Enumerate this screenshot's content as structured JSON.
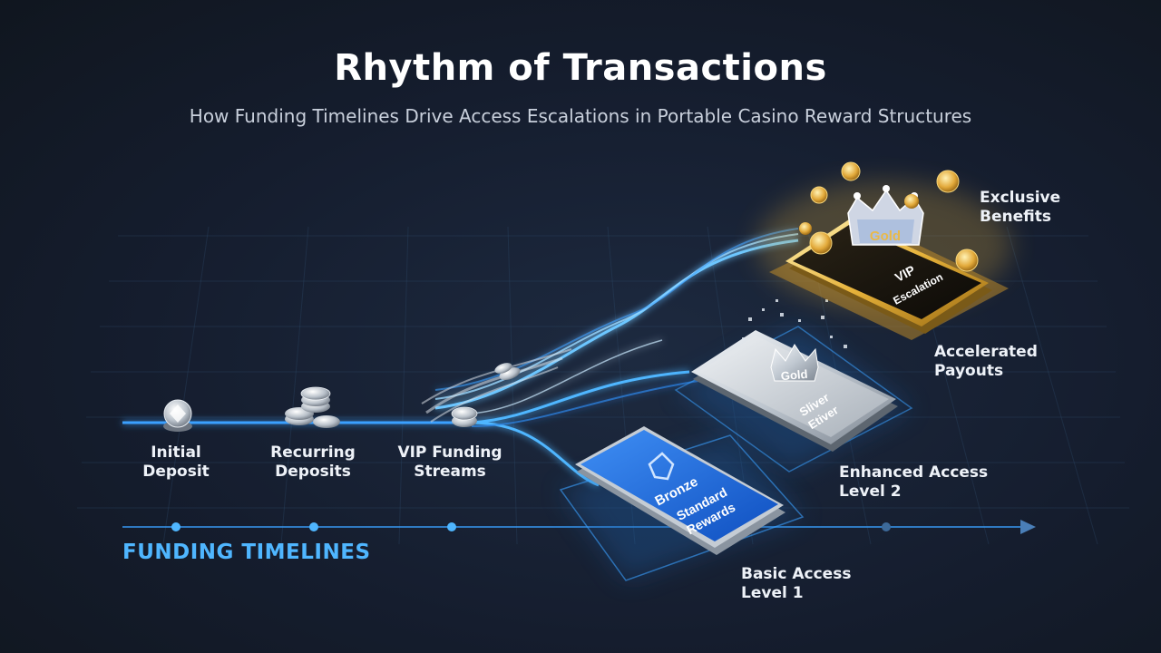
{
  "header": {
    "title": "Rhythm of Transactions",
    "subtitle": "How Funding Timelines Drive Access Escalations in Portable Casino Reward Structures"
  },
  "funding_stages": [
    {
      "line1": "Initial",
      "line2": "Deposit"
    },
    {
      "line1": "Recurring",
      "line2": "Deposits"
    },
    {
      "line1": "VIP Funding",
      "line2": "Streams"
    }
  ],
  "timeline_label": "FUNDING TIMELINES",
  "tiers": {
    "bronze": {
      "badge": "Bronze",
      "line1": "Standard",
      "line2": "Rewards",
      "label1": "Basic Access",
      "label2": "Level 1"
    },
    "silver": {
      "crown": "Gold",
      "line1": "Sliver",
      "line2": "Etiver",
      "label1": "Enhanced Access",
      "label2": "Level 2"
    },
    "gold": {
      "crown": "Gold",
      "line1": "VIP",
      "line2": "Escalation",
      "label1": "Accelerated",
      "label2": "Payouts",
      "top1": "Exclusive",
      "top2": "Benefits"
    }
  },
  "colors": {
    "background": "#151d2e",
    "accent_blue": "#4fb6ff",
    "gold": "#e8b33a",
    "silver": "#cfd6de",
    "bronze_screen": "#1f6fe0"
  }
}
